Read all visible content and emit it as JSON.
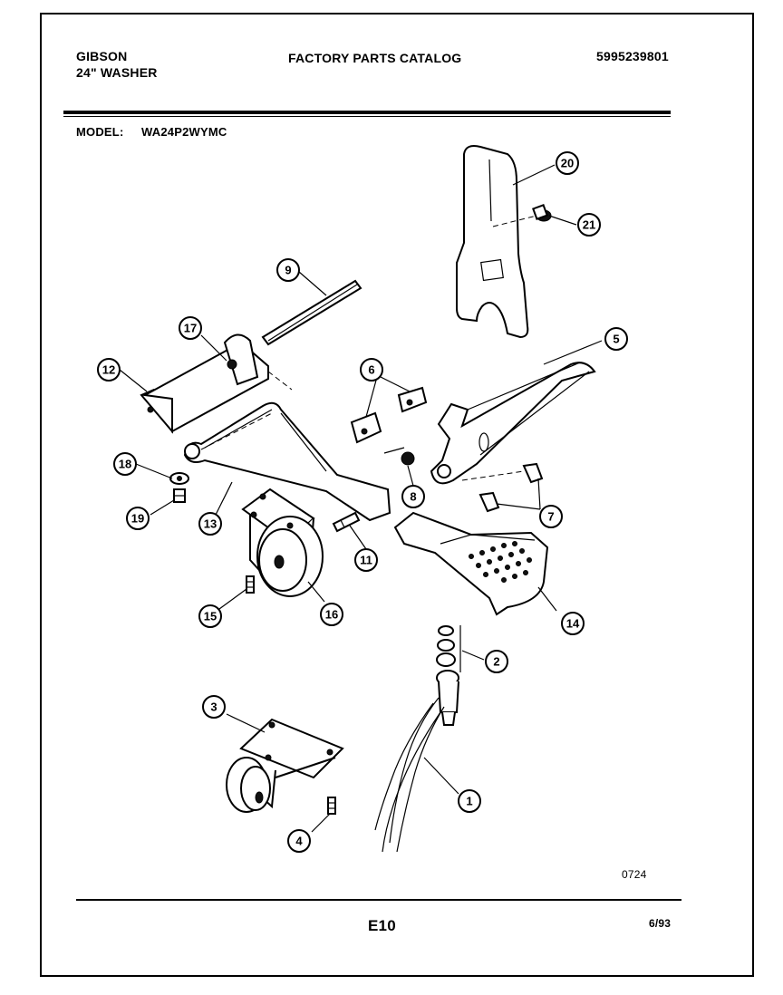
{
  "header": {
    "brand": "GIBSON",
    "product": "24\" WASHER",
    "catalog_title": "FACTORY PARTS CATALOG",
    "catalog_number": "5995239801"
  },
  "model": {
    "label": "MODEL:",
    "value": "WA24P2WYMC"
  },
  "footer": {
    "drawing_code": "0724",
    "page_code": "E10",
    "date": "6/93"
  },
  "callouts": [
    "1",
    "2",
    "3",
    "4",
    "5",
    "6",
    "7",
    "8",
    "9",
    "11",
    "12",
    "13",
    "14",
    "15",
    "16",
    "17",
    "18",
    "19",
    "20",
    "21"
  ]
}
